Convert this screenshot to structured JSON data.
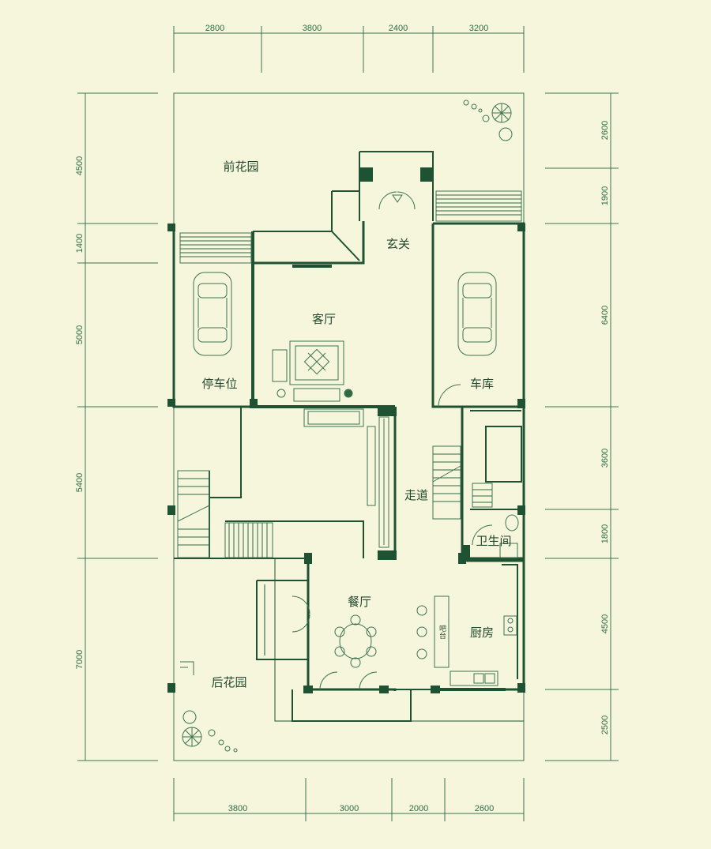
{
  "dimensions": {
    "top": [
      "2800",
      "3800",
      "2400",
      "3200"
    ],
    "bottom": [
      "3800",
      "3000",
      "2000",
      "2600"
    ],
    "left": [
      "4500",
      "1400",
      "5000",
      "5400",
      "7000"
    ],
    "right": [
      "2600",
      "1900",
      "6400",
      "3600",
      "1800",
      "4500",
      "2500"
    ]
  },
  "rooms": {
    "front_garden": "前花园",
    "foyer": "玄关",
    "living_room": "客厅",
    "parking": "停车位",
    "garage": "车库",
    "corridor": "走道",
    "bathroom": "卫生间",
    "dining_room": "餐厅",
    "kitchen": "厨房",
    "back_garden": "后花园",
    "bar": "吧台"
  },
  "colors": {
    "background": "#f6f6dc",
    "line": "#1f5233"
  }
}
